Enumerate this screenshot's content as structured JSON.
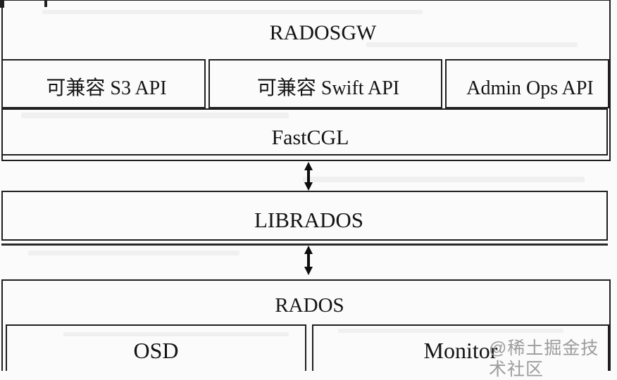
{
  "diagram": {
    "title": "RADOSGW",
    "api_row": [
      {
        "label": "可兼容 S3 API"
      },
      {
        "label": "可兼容 Swift API"
      },
      {
        "label": "Admin Ops API"
      }
    ],
    "fastcgi": {
      "label": "FastCGL"
    },
    "librados": {
      "label": "LIBRADOS"
    },
    "rados": {
      "label": "RADOS",
      "children": [
        {
          "label": "OSD"
        },
        {
          "label": "Monitor"
        }
      ]
    },
    "connections": [
      {
        "from": "FastCGL",
        "to": "LIBRADOS",
        "type": "bidirectional-arrow"
      },
      {
        "from": "LIBRADOS",
        "to": "RADOS",
        "type": "bidirectional-arrow"
      }
    ],
    "watermark": "@稀土掘金技术社区",
    "colors": {
      "border": "#1f1f1f",
      "text": "#141414",
      "watermark": "#8f8f8f",
      "background": "#fbfbfb"
    }
  }
}
